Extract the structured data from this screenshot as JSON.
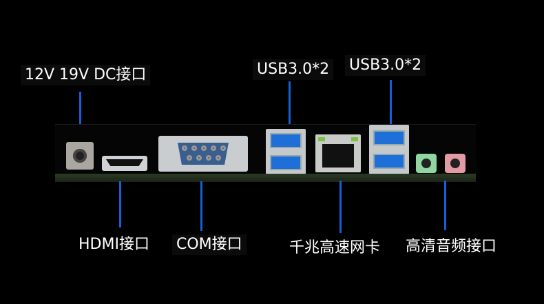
{
  "labels": {
    "dc": "12V 19V DC接口",
    "usb_left": "USB3.0*2",
    "usb_right": "USB3.0*2",
    "hdmi": "HDMI接口",
    "com": "COM接口",
    "lan": "千兆高速网卡",
    "audio": "高清音频接口"
  },
  "colors": {
    "line": "#1560d8",
    "background": "#000000",
    "usb_port": "#1f6fd8"
  },
  "icons": [
    "dc-jack-icon",
    "hdmi-port-icon",
    "serial-com-port-icon",
    "usb-port-icon",
    "rj45-port-icon",
    "audio-jack-icon"
  ]
}
